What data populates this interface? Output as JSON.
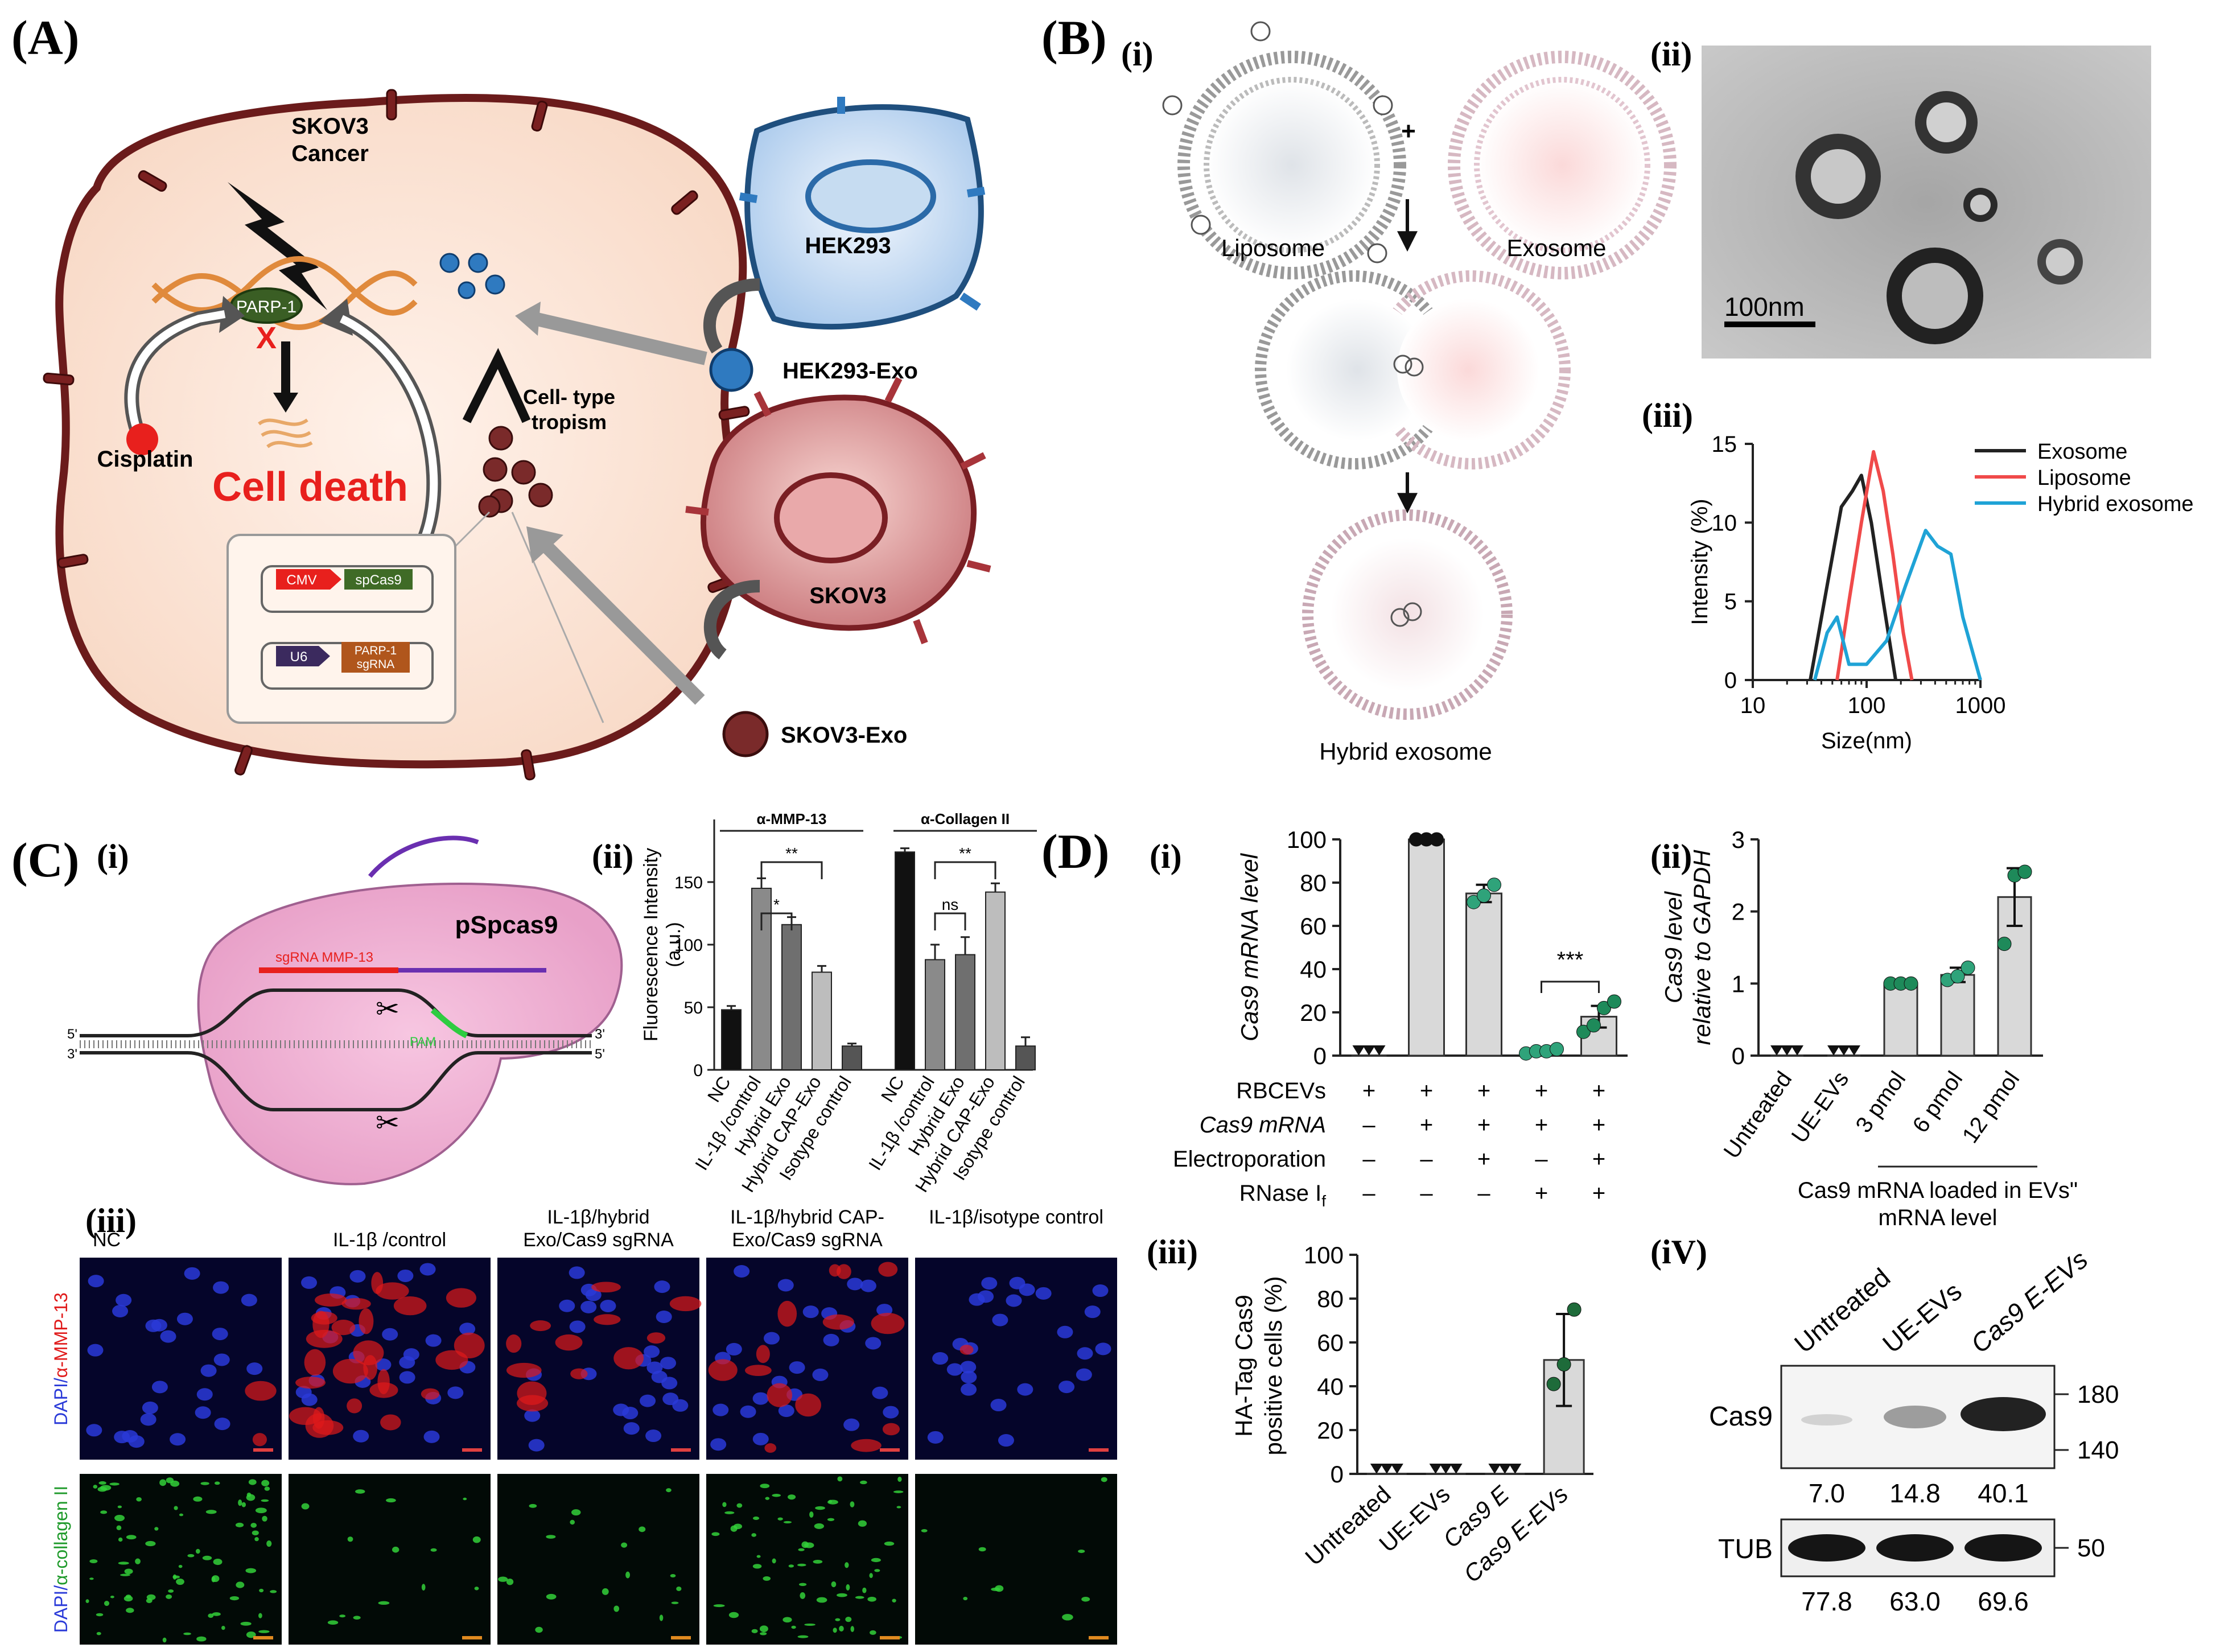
{
  "panel_labels": {
    "A": "(A)",
    "B": "(B)",
    "C": "(C)",
    "D": "(D)",
    "i": "(i)",
    "ii": "(ii)",
    "iii": "(iii)",
    "iV": "(iV)"
  },
  "panelA": {
    "cancer_cell": "SKOV3\nCancer",
    "parp1": "PARP-1",
    "x_mark": "X",
    "cisplatin": "Cisplatin",
    "cell_death": "Cell death",
    "tropism": "Cell- type\ntropism",
    "cmv": "CMV",
    "spcas9": "spCas9",
    "u6": "U6",
    "parp1_sgrna": "PARP-1\nsgRNA",
    "hek293": "HEK293",
    "hek293_exo": "HEK293-Exo",
    "skov3": "SKOV3",
    "skov3_exo": "SKOV3-Exo"
  },
  "panelB": {
    "liposome": "Liposome",
    "plus": "+",
    "exosome": "Exosome",
    "hybrid_exosome": "Hybrid exosome",
    "scale_bar": "100nm"
  },
  "panelC": {
    "pspcas9": "pSpcas9",
    "sgrna": "sgRNA MMP-13",
    "pam": "PAM",
    "five_l": "5'",
    "three_l": "3'",
    "three_r": "3'",
    "five_r": "5'",
    "micro_cols": [
      "NC",
      "IL-1β /control",
      "IL-1β/hybrid\nExo/Cas9 sgRNA",
      "IL-1β/hybrid CAP-\nExo/Cas9 sgRNA",
      "IL-1β/isotype control"
    ],
    "row1_label": "DAPI/α-MMP-13",
    "row2_label": "DAPI/α-collagen II"
  },
  "panelD": {
    "condition_rows": [
      "RBCEVs",
      "Cas9 mRNA",
      "Electroporation",
      "RNase If"
    ],
    "condition_marks": [
      [
        "+",
        "+",
        "+",
        "+",
        "+"
      ],
      [
        "–",
        "+",
        "+",
        "+",
        "+"
      ],
      [
        "–",
        "–",
        "+",
        "–",
        "+"
      ],
      [
        "–",
        "–",
        "–",
        "+",
        "+"
      ]
    ],
    "ii_bracket": "Cas9 mRNA loaded in EVs\"\nmRNA level",
    "wb_lanes": [
      "Untreated",
      "UE-EVs",
      "Cas9 E-EVs"
    ],
    "wb_row1": "Cas9",
    "wb_row2": "TUB",
    "wb_mw": [
      "180",
      "140",
      "50"
    ],
    "wb_vals1": [
      "7.0",
      "14.8",
      "40.1"
    ],
    "wb_vals2": [
      "77.8",
      "63.0",
      "69.6"
    ]
  },
  "colors": {
    "cell_fill": "#fbe3d2",
    "cell_border": "#6b1b1b",
    "hek_blue": "#3a7fc0",
    "skov_red": "#a8343a",
    "accent_red": "#e8201d",
    "green": "#1e8a5a",
    "grey_arrow": "#9a9a9a"
  },
  "chart_data": [
    {
      "id": "B-iii",
      "type": "line",
      "xlabel": "Size(nm)",
      "ylabel": "Intensity (%)",
      "x_scale": "log",
      "xlim": [
        10,
        1000
      ],
      "ylim": [
        0,
        15
      ],
      "xticks": [
        "10",
        "100",
        "1000"
      ],
      "yticks": [
        "0",
        "5",
        "10",
        "15"
      ],
      "legend": "top-right",
      "series": [
        {
          "name": "Exosome",
          "color": "#222222",
          "x": [
            32,
            45,
            60,
            75,
            90,
            110,
            140,
            180
          ],
          "y": [
            0,
            6,
            11,
            12,
            13,
            10,
            5,
            0
          ]
        },
        {
          "name": "Liposome",
          "color": "#f04a4a",
          "x": [
            55,
            70,
            90,
            115,
            140,
            170,
            210,
            250
          ],
          "y": [
            0,
            5,
            10,
            14.5,
            12,
            8,
            3,
            0
          ]
        },
        {
          "name": "Hybrid exosome",
          "color": "#1fa3d6",
          "x": [
            35,
            45,
            55,
            70,
            100,
            150,
            220,
            330,
            420,
            550,
            700,
            1000
          ],
          "y": [
            0,
            3,
            4,
            1,
            1,
            2.5,
            6,
            9.5,
            8.5,
            8,
            4,
            0
          ]
        }
      ]
    },
    {
      "id": "C-ii",
      "type": "bar",
      "ylabel": "Fluorescence Intensity\n(a.u.)",
      "ylim": [
        0,
        200
      ],
      "yticks": [
        "0",
        "50",
        "100",
        "150"
      ],
      "group_labels": [
        "α-MMP-13",
        "α-Collagen II"
      ],
      "categories": [
        "NC",
        "IL-1β /control",
        "Hybrid Exo",
        "Hybrid CAP-Exo",
        "Isotype control",
        "NC",
        "IL-1β /control",
        "Hybrid Exo",
        "Hybrid CAP-Exo",
        "Isotype control"
      ],
      "values": [
        48,
        145,
        116,
        78,
        19,
        174,
        88,
        92,
        142,
        19
      ],
      "errors": [
        3,
        8,
        6,
        5,
        2,
        3,
        12,
        14,
        7,
        7
      ],
      "annotations": [
        "*",
        "**",
        "ns",
        "**"
      ]
    },
    {
      "id": "D-i",
      "type": "bar",
      "ylabel": "Cas9 mRNA level",
      "ylim": [
        0,
        100
      ],
      "yticks": [
        "0",
        "20",
        "40",
        "60",
        "80",
        "100"
      ],
      "values": [
        0,
        100,
        75,
        2,
        18
      ],
      "errors": [
        0,
        0,
        4,
        1,
        5
      ],
      "points": [
        [
          0,
          0,
          0
        ],
        [
          100,
          100,
          100
        ],
        [
          71,
          74,
          79
        ],
        [
          1,
          2,
          2,
          3
        ],
        [
          11,
          14,
          22,
          25
        ]
      ],
      "annotations": [
        "***"
      ]
    },
    {
      "id": "D-ii",
      "type": "bar",
      "ylabel": "Cas9 level\nrelative to GAPDH",
      "ylim": [
        0,
        3
      ],
      "yticks": [
        "0",
        "1",
        "2",
        "3"
      ],
      "categories": [
        "Untreated",
        "UE-EVs",
        "3 pmol",
        "6 pmol",
        "12 pmol"
      ],
      "values": [
        0,
        0,
        1,
        1.12,
        2.2
      ],
      "errors": [
        0,
        0,
        0.02,
        0.1,
        0.4
      ],
      "points": [
        [
          0,
          0,
          0
        ],
        [
          0,
          0,
          0
        ],
        [
          1,
          1,
          1
        ],
        [
          1.05,
          1.1,
          1.22
        ],
        [
          1.55,
          2.5,
          2.55
        ]
      ]
    },
    {
      "id": "D-iii",
      "type": "bar",
      "ylabel": "HA-Tag Cas9\npositive cells (%)",
      "ylim": [
        0,
        100
      ],
      "yticks": [
        "0",
        "20",
        "40",
        "60",
        "80",
        "100"
      ],
      "categories": [
        "Untreated",
        "UE-EVs",
        "Cas9 E",
        "Cas9 E-EVs"
      ],
      "values": [
        0,
        0,
        0,
        52
      ],
      "errors": [
        0,
        0,
        0,
        21
      ],
      "points": [
        [
          0,
          0,
          0
        ],
        [
          0,
          0,
          0
        ],
        [
          0,
          0,
          0
        ],
        [
          41,
          50,
          75
        ]
      ]
    }
  ]
}
